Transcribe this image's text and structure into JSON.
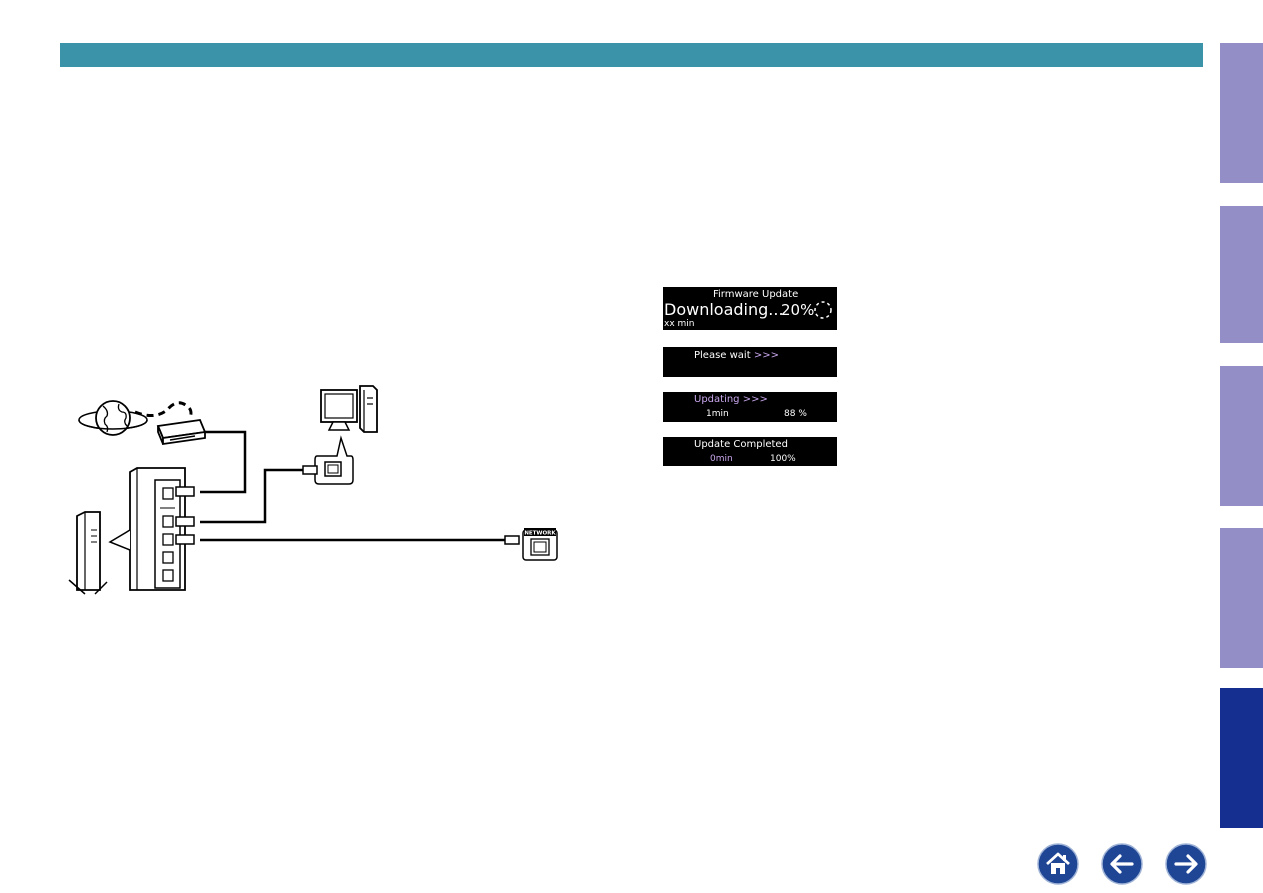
{
  "colors": {
    "header_bar": "#3a93a8",
    "side_tab": "#938ec6",
    "side_tab_active": "#142f8f",
    "nav_button": "#1f4595",
    "display_bg": "#000000",
    "display_text": "#ffffff",
    "display_highlight": "#c9a7ee"
  },
  "side_tabs": [
    {
      "active": false
    },
    {
      "active": false
    },
    {
      "active": false
    },
    {
      "active": false
    },
    {
      "active": true
    }
  ],
  "network_diagram": {
    "port_label": "NETWORK",
    "icons": [
      "globe-icon",
      "modem-icon",
      "computer-icon",
      "router-icon",
      "lan-jack-icon"
    ]
  },
  "display_panels": [
    {
      "title": "Firmware Update",
      "status": "Downloading...",
      "percent": "20%",
      "time": "xx min"
    },
    {
      "status": "Please wait",
      "arrows": ">>>"
    },
    {
      "status": "Updating",
      "arrows": ">>>",
      "time": "1min",
      "percent": "88 %"
    },
    {
      "status": "Update Completed",
      "time": "0min",
      "percent": "100%"
    }
  ],
  "nav": [
    {
      "icon": "home-icon"
    },
    {
      "icon": "arrow-left-icon"
    },
    {
      "icon": "arrow-right-icon"
    }
  ]
}
